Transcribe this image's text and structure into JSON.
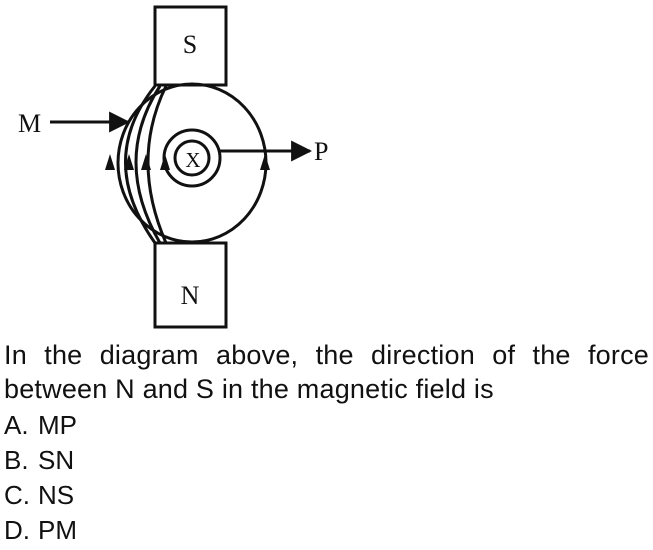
{
  "diagram": {
    "magnet_top_label": "S",
    "magnet_bottom_label": "N",
    "arrow_left_label": "M",
    "arrow_right_label": "P",
    "conductor_label": "X"
  },
  "question": {
    "line1": "In the diagram above, the direction of the force",
    "line2": "between  N and S in the magnetic field is"
  },
  "options": [
    {
      "letter": "A.",
      "text": "MP"
    },
    {
      "letter": "B.",
      "text": "SN"
    },
    {
      "letter": "C.",
      "text": "NS"
    },
    {
      "letter": "D.",
      "text": "PM"
    }
  ]
}
